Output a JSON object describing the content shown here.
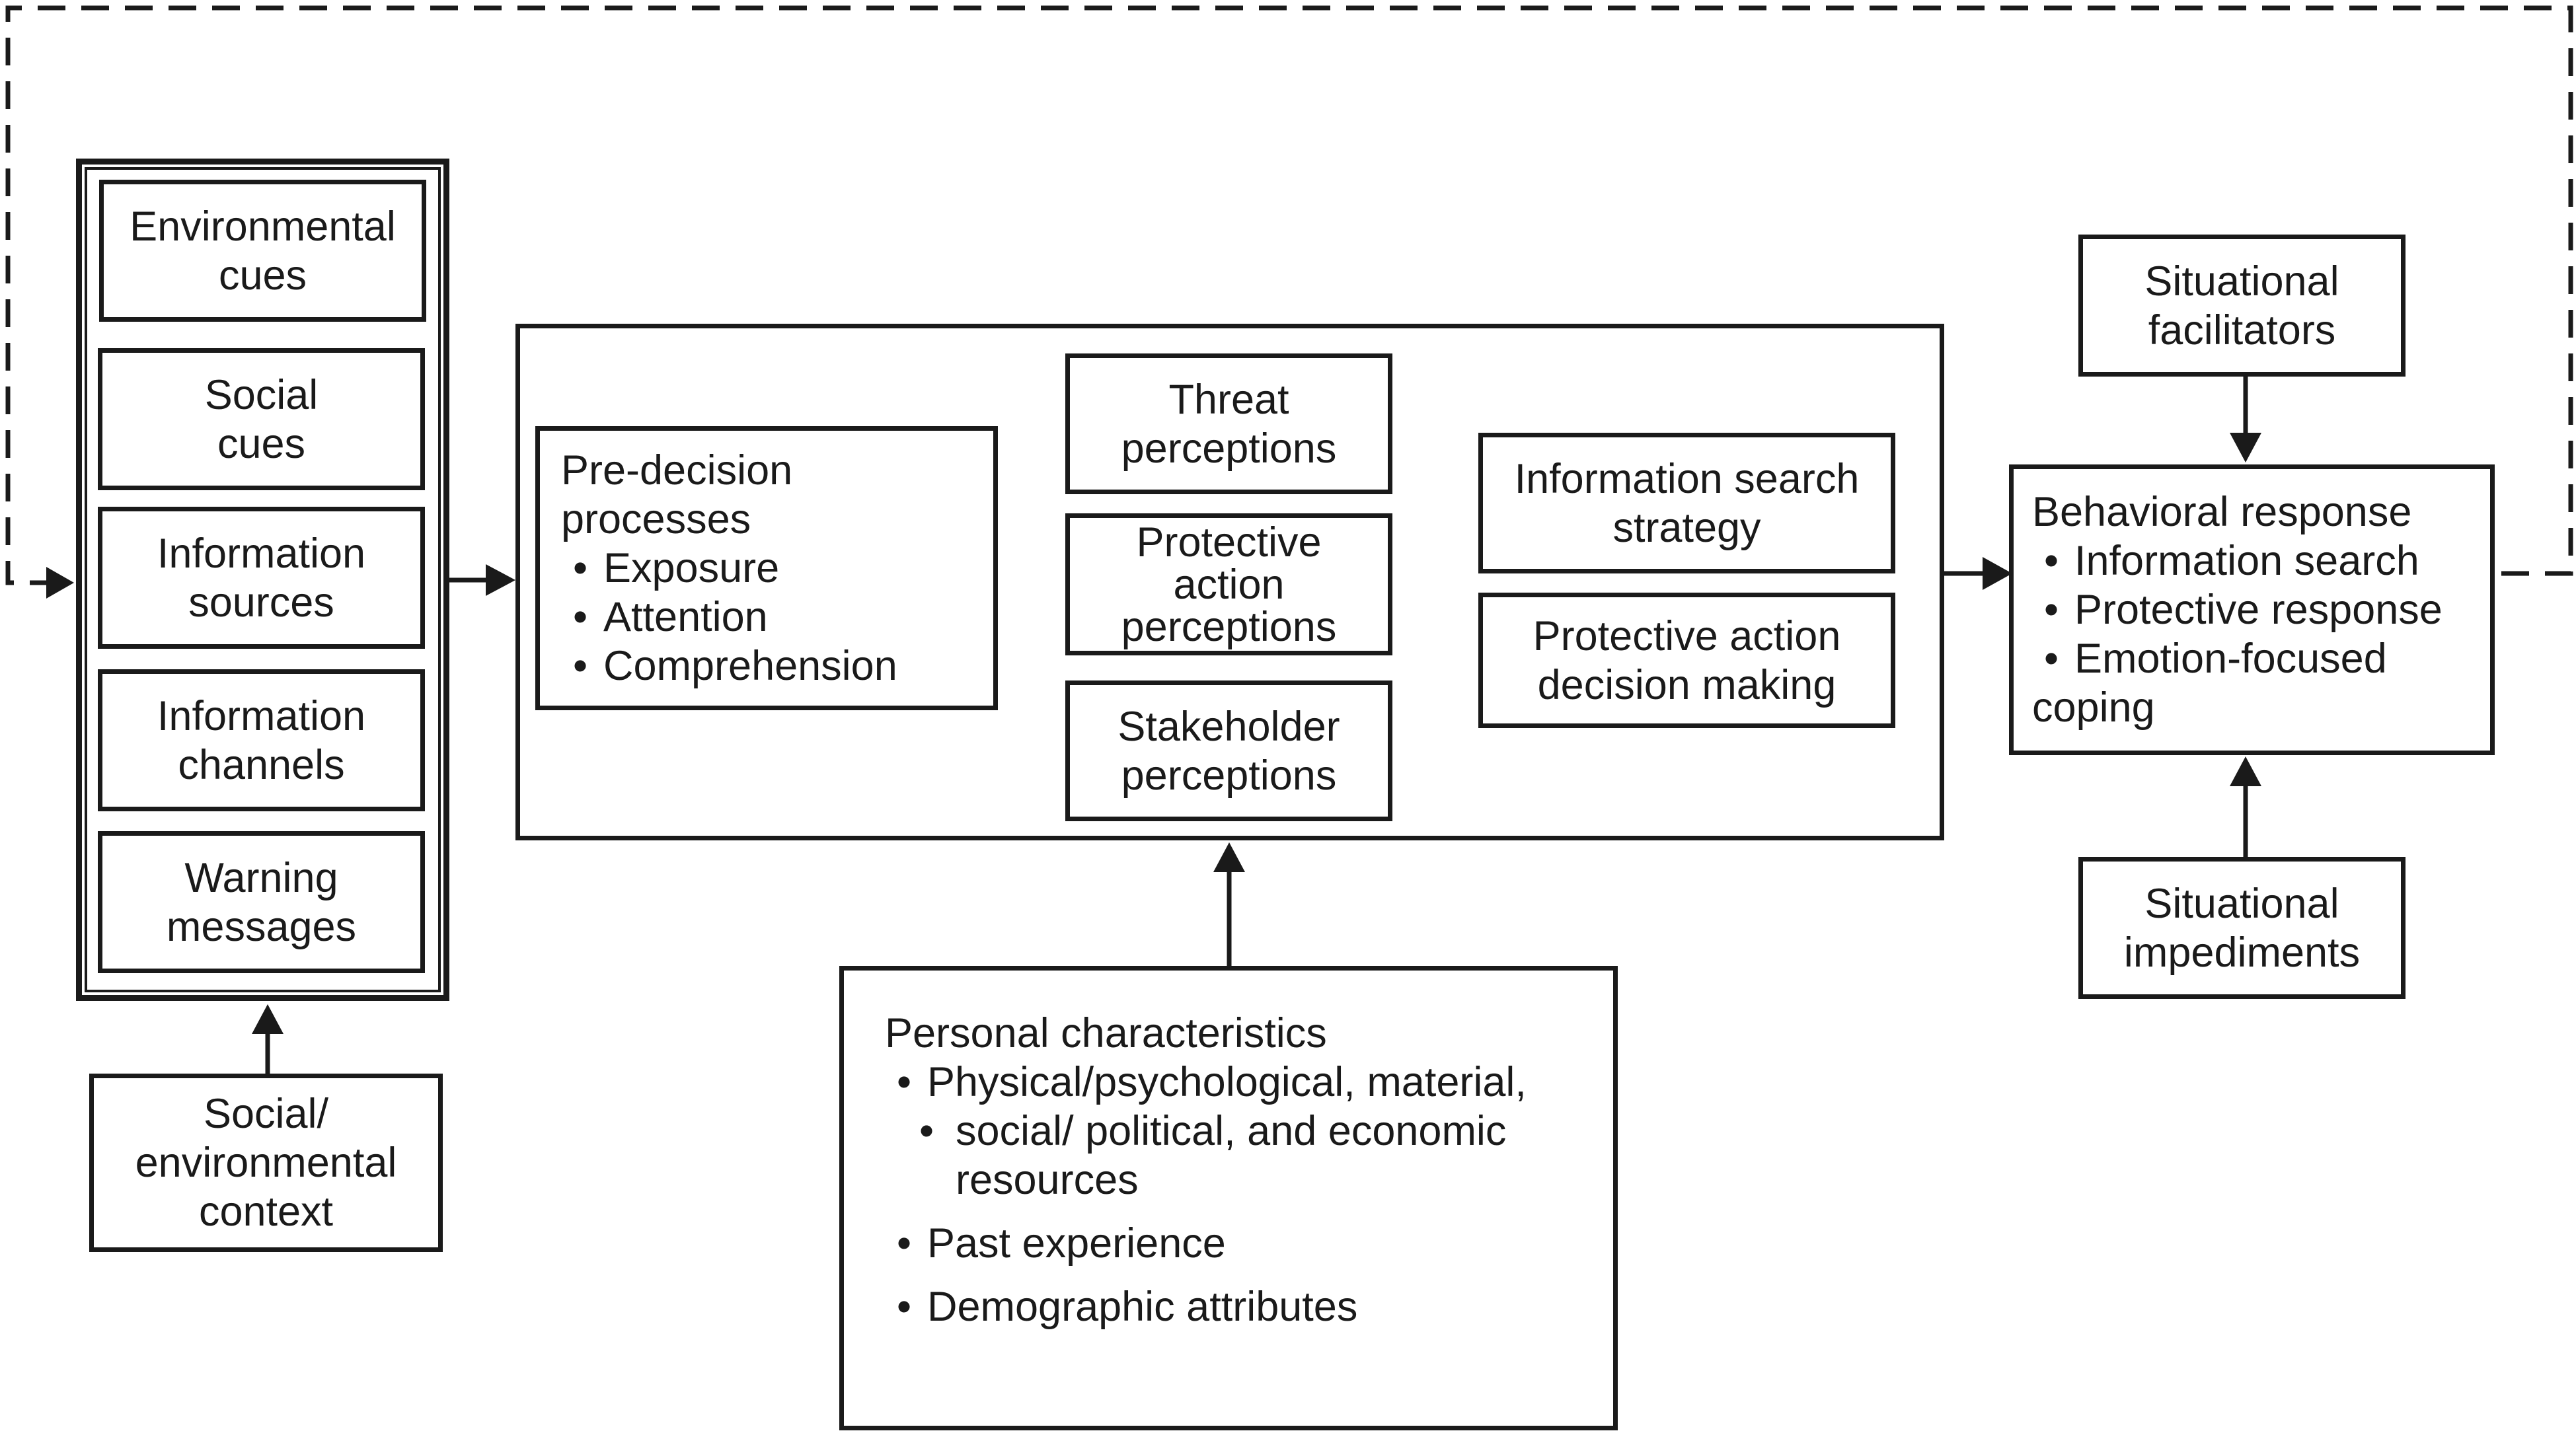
{
  "information_inputs": {
    "environmental_cues": [
      "Environmental",
      "cues"
    ],
    "social_cues": [
      "Social",
      "cues"
    ],
    "information_sources": [
      "Information",
      "sources"
    ],
    "information_channels": [
      "Information",
      "channels"
    ],
    "warning_messages": [
      "Warning",
      "messages"
    ]
  },
  "context": [
    "Social/",
    "environmental",
    "context"
  ],
  "predecision": {
    "title": [
      "Pre-decision",
      "processes"
    ],
    "items": [
      "Exposure",
      "Attention",
      "Comprehension"
    ]
  },
  "perceptions": {
    "threat": [
      "Threat",
      "perceptions"
    ],
    "protective_action": [
      "Protective",
      "action",
      "perceptions"
    ],
    "stakeholder": [
      "Stakeholder",
      "perceptions"
    ]
  },
  "decisions": {
    "information_search_strategy": [
      "Information search",
      "strategy"
    ],
    "protective_action_decision": [
      "Protective action",
      "decision making"
    ]
  },
  "behavioral_response": {
    "title": "Behavioral response",
    "items": [
      "Information search",
      "Protective response",
      "Emotion-focused"
    ],
    "continuation": "coping"
  },
  "situational_facilitators": [
    "Situational",
    "facilitators"
  ],
  "situational_impediments": [
    "Situational",
    "impediments"
  ],
  "personal_characteristics": {
    "title": "Personal characteristics",
    "items": [
      "Physical/psychological, material,",
      "social/ political, and economic",
      "resources",
      "Past experience",
      "Demographic attributes"
    ]
  }
}
